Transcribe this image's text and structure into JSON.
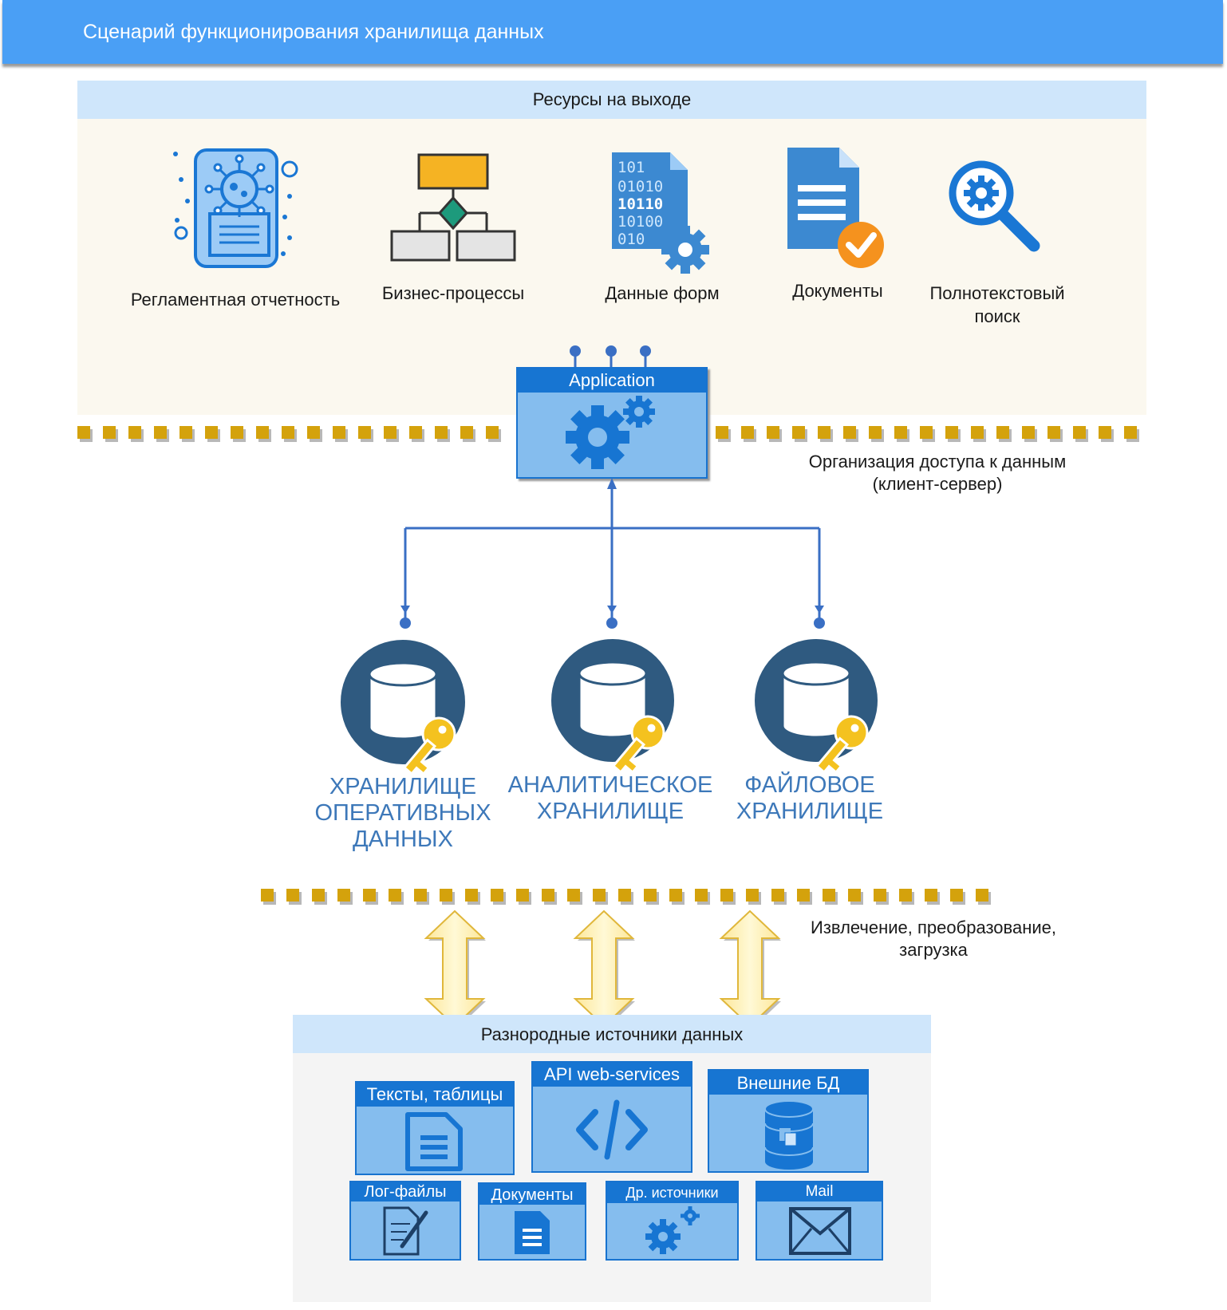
{
  "header": {
    "title": "Сценарий функционирования хранилища данных"
  },
  "output_resources": {
    "title": "Ресурсы на выходе",
    "items": [
      {
        "label": "Регламентная отчетность",
        "icon": "report-analytics-icon"
      },
      {
        "label": "Бизнес-процессы",
        "icon": "flowchart-icon"
      },
      {
        "label": "Данные форм",
        "icon": "binary-data-gear-icon"
      },
      {
        "label": "Документы",
        "icon": "document-check-icon"
      },
      {
        "label_line1": "Полнотекстовый",
        "label_line2": "поиск",
        "icon": "search-gear-icon"
      }
    ]
  },
  "application": {
    "label": "Application",
    "icon": "gears-icon"
  },
  "access_note": {
    "line1": "Организация доступа к данным",
    "line2": "(клиент-сервер)"
  },
  "storages": [
    {
      "line1": "ХРАНИЛИЩЕ",
      "line2": "ОПЕРАТИВНЫХ",
      "line3": "ДАННЫХ",
      "icon": "database-key-icon"
    },
    {
      "line1": "АНАЛИТИЧЕСКОЕ",
      "line2": "ХРАНИЛИЩЕ",
      "icon": "database-key-icon"
    },
    {
      "line1": "ФАЙЛОВОЕ",
      "line2": "ХРАНИЛИЩЕ",
      "icon": "database-key-icon"
    }
  ],
  "etl_note": {
    "line1": "Извлечение, преобразование,",
    "line2": "загрузка"
  },
  "sources": {
    "title": "Разнородные источники данных",
    "items": [
      {
        "label": "Тексты, таблицы",
        "icon": "document-lines-icon"
      },
      {
        "label": "API web-services",
        "icon": "code-icon"
      },
      {
        "label": "Внешние БД",
        "icon": "database-icon"
      },
      {
        "label": "Лог-файлы",
        "icon": "document-edit-icon"
      },
      {
        "label": "Документы",
        "icon": "document-icon"
      },
      {
        "label": "Др. источники",
        "icon": "gears-icon"
      },
      {
        "label": "Mail",
        "icon": "envelope-icon"
      }
    ]
  },
  "colors": {
    "header": "#4a9ff5",
    "band_header": "#cfe6fb",
    "storage_circle": "#2f5a80",
    "storage_label": "#3d78b9",
    "box_fill": "#85bdee",
    "box_bar": "#1775d2",
    "separator": "#d4a20c",
    "connector": "#3a6fc4",
    "arrow_fill": "#fff2b0",
    "key": "#f4c21f"
  }
}
